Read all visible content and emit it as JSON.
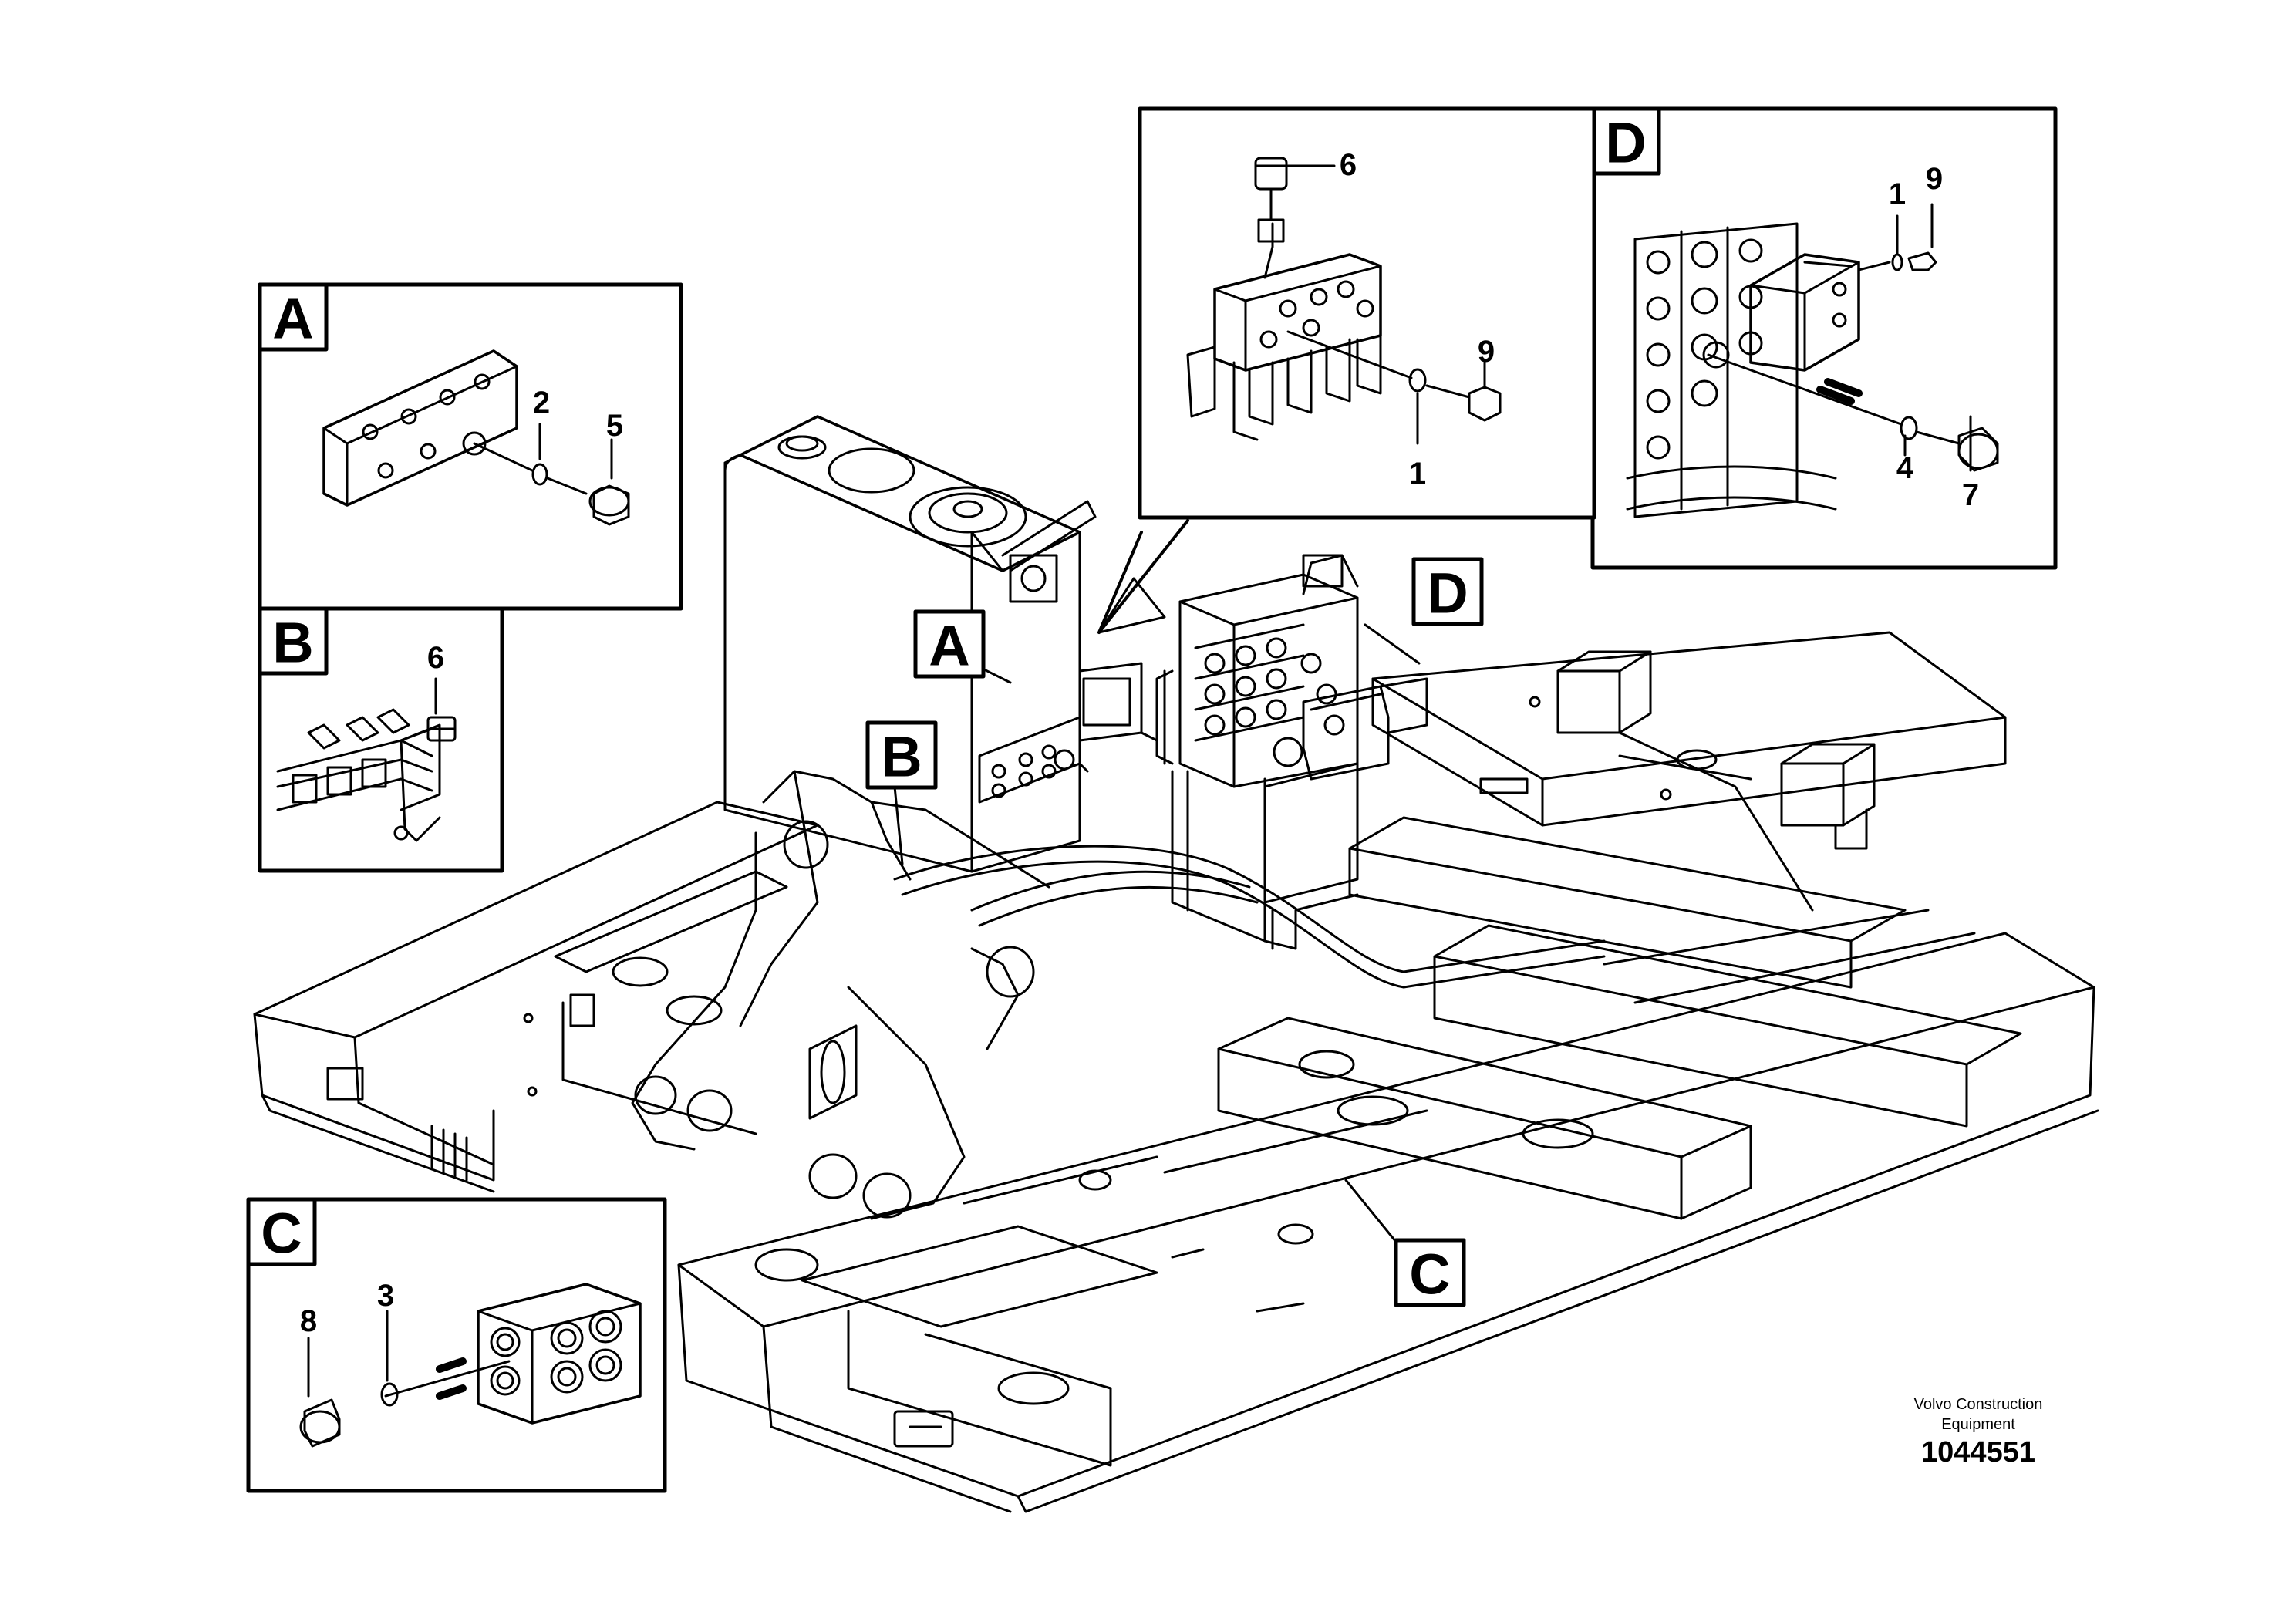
{
  "detail_boxes": {
    "A": {
      "letter": "A",
      "parts": {
        "p1": "2",
        "p2": "5"
      }
    },
    "B": {
      "letter": "B",
      "parts": {
        "p1": "6"
      }
    },
    "C": {
      "letter": "C",
      "parts": {
        "p1": "8",
        "p2": "3"
      }
    },
    "D": {
      "letter": "D",
      "parts": {
        "p1": "1",
        "p2": "9",
        "p3": "4",
        "p4": "7"
      }
    },
    "valve": {
      "parts": {
        "p1": "6",
        "p2": "9",
        "p3": "1"
      }
    }
  },
  "callouts": {
    "A": "A",
    "B": "B",
    "C": "C",
    "D": "D"
  },
  "footer": {
    "brand_line1": "Volvo Construction",
    "brand_line2": "Equipment",
    "drawing_number": "1044551"
  }
}
